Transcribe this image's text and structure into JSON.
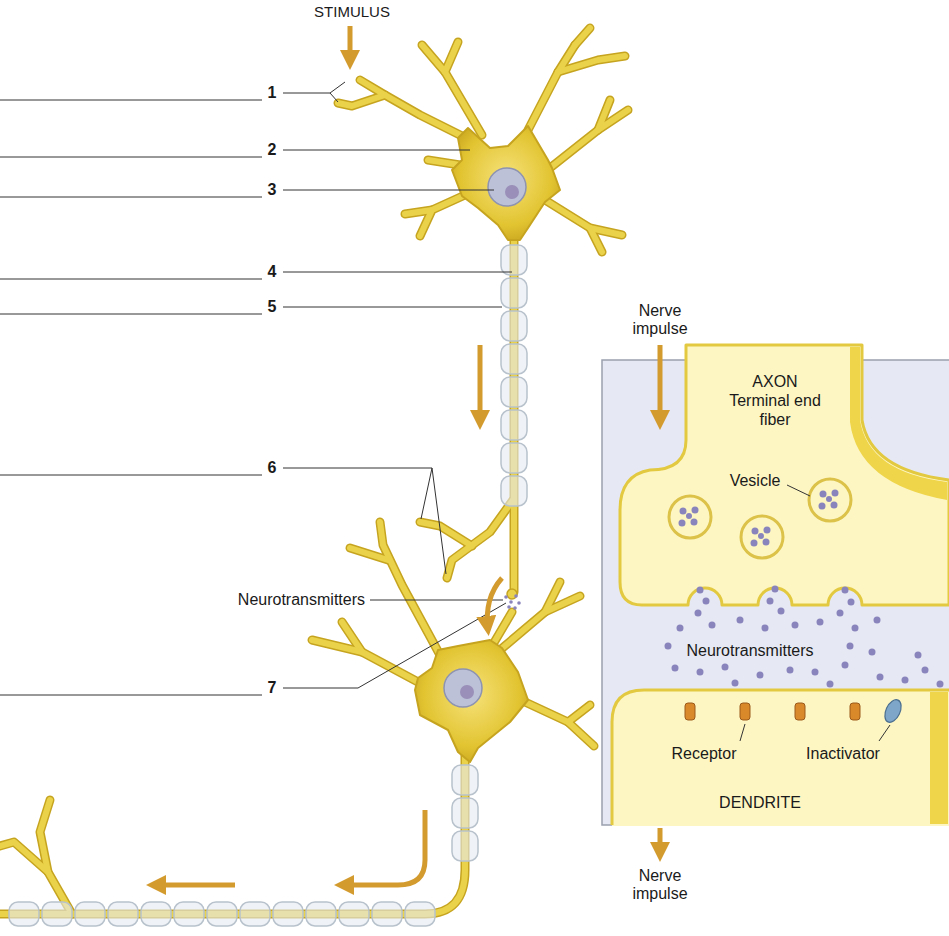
{
  "diagram": {
    "nodes": [
      {
        "text": [
          "AXON",
          "Terminal end fiber"
        ]
      },
      {
        "text": [
          "DENDRITE"
        ]
      }
    ],
    "labels": [
      "STIMULUS",
      "1",
      "2",
      "3",
      "4",
      "5",
      "6",
      "Neurotransmitters",
      "7",
      "Nerve impulse",
      "Vesicle",
      "Neurotransmitters",
      "Receptor",
      "Inactivator",
      "Nerve impulse"
    ]
  }
}
